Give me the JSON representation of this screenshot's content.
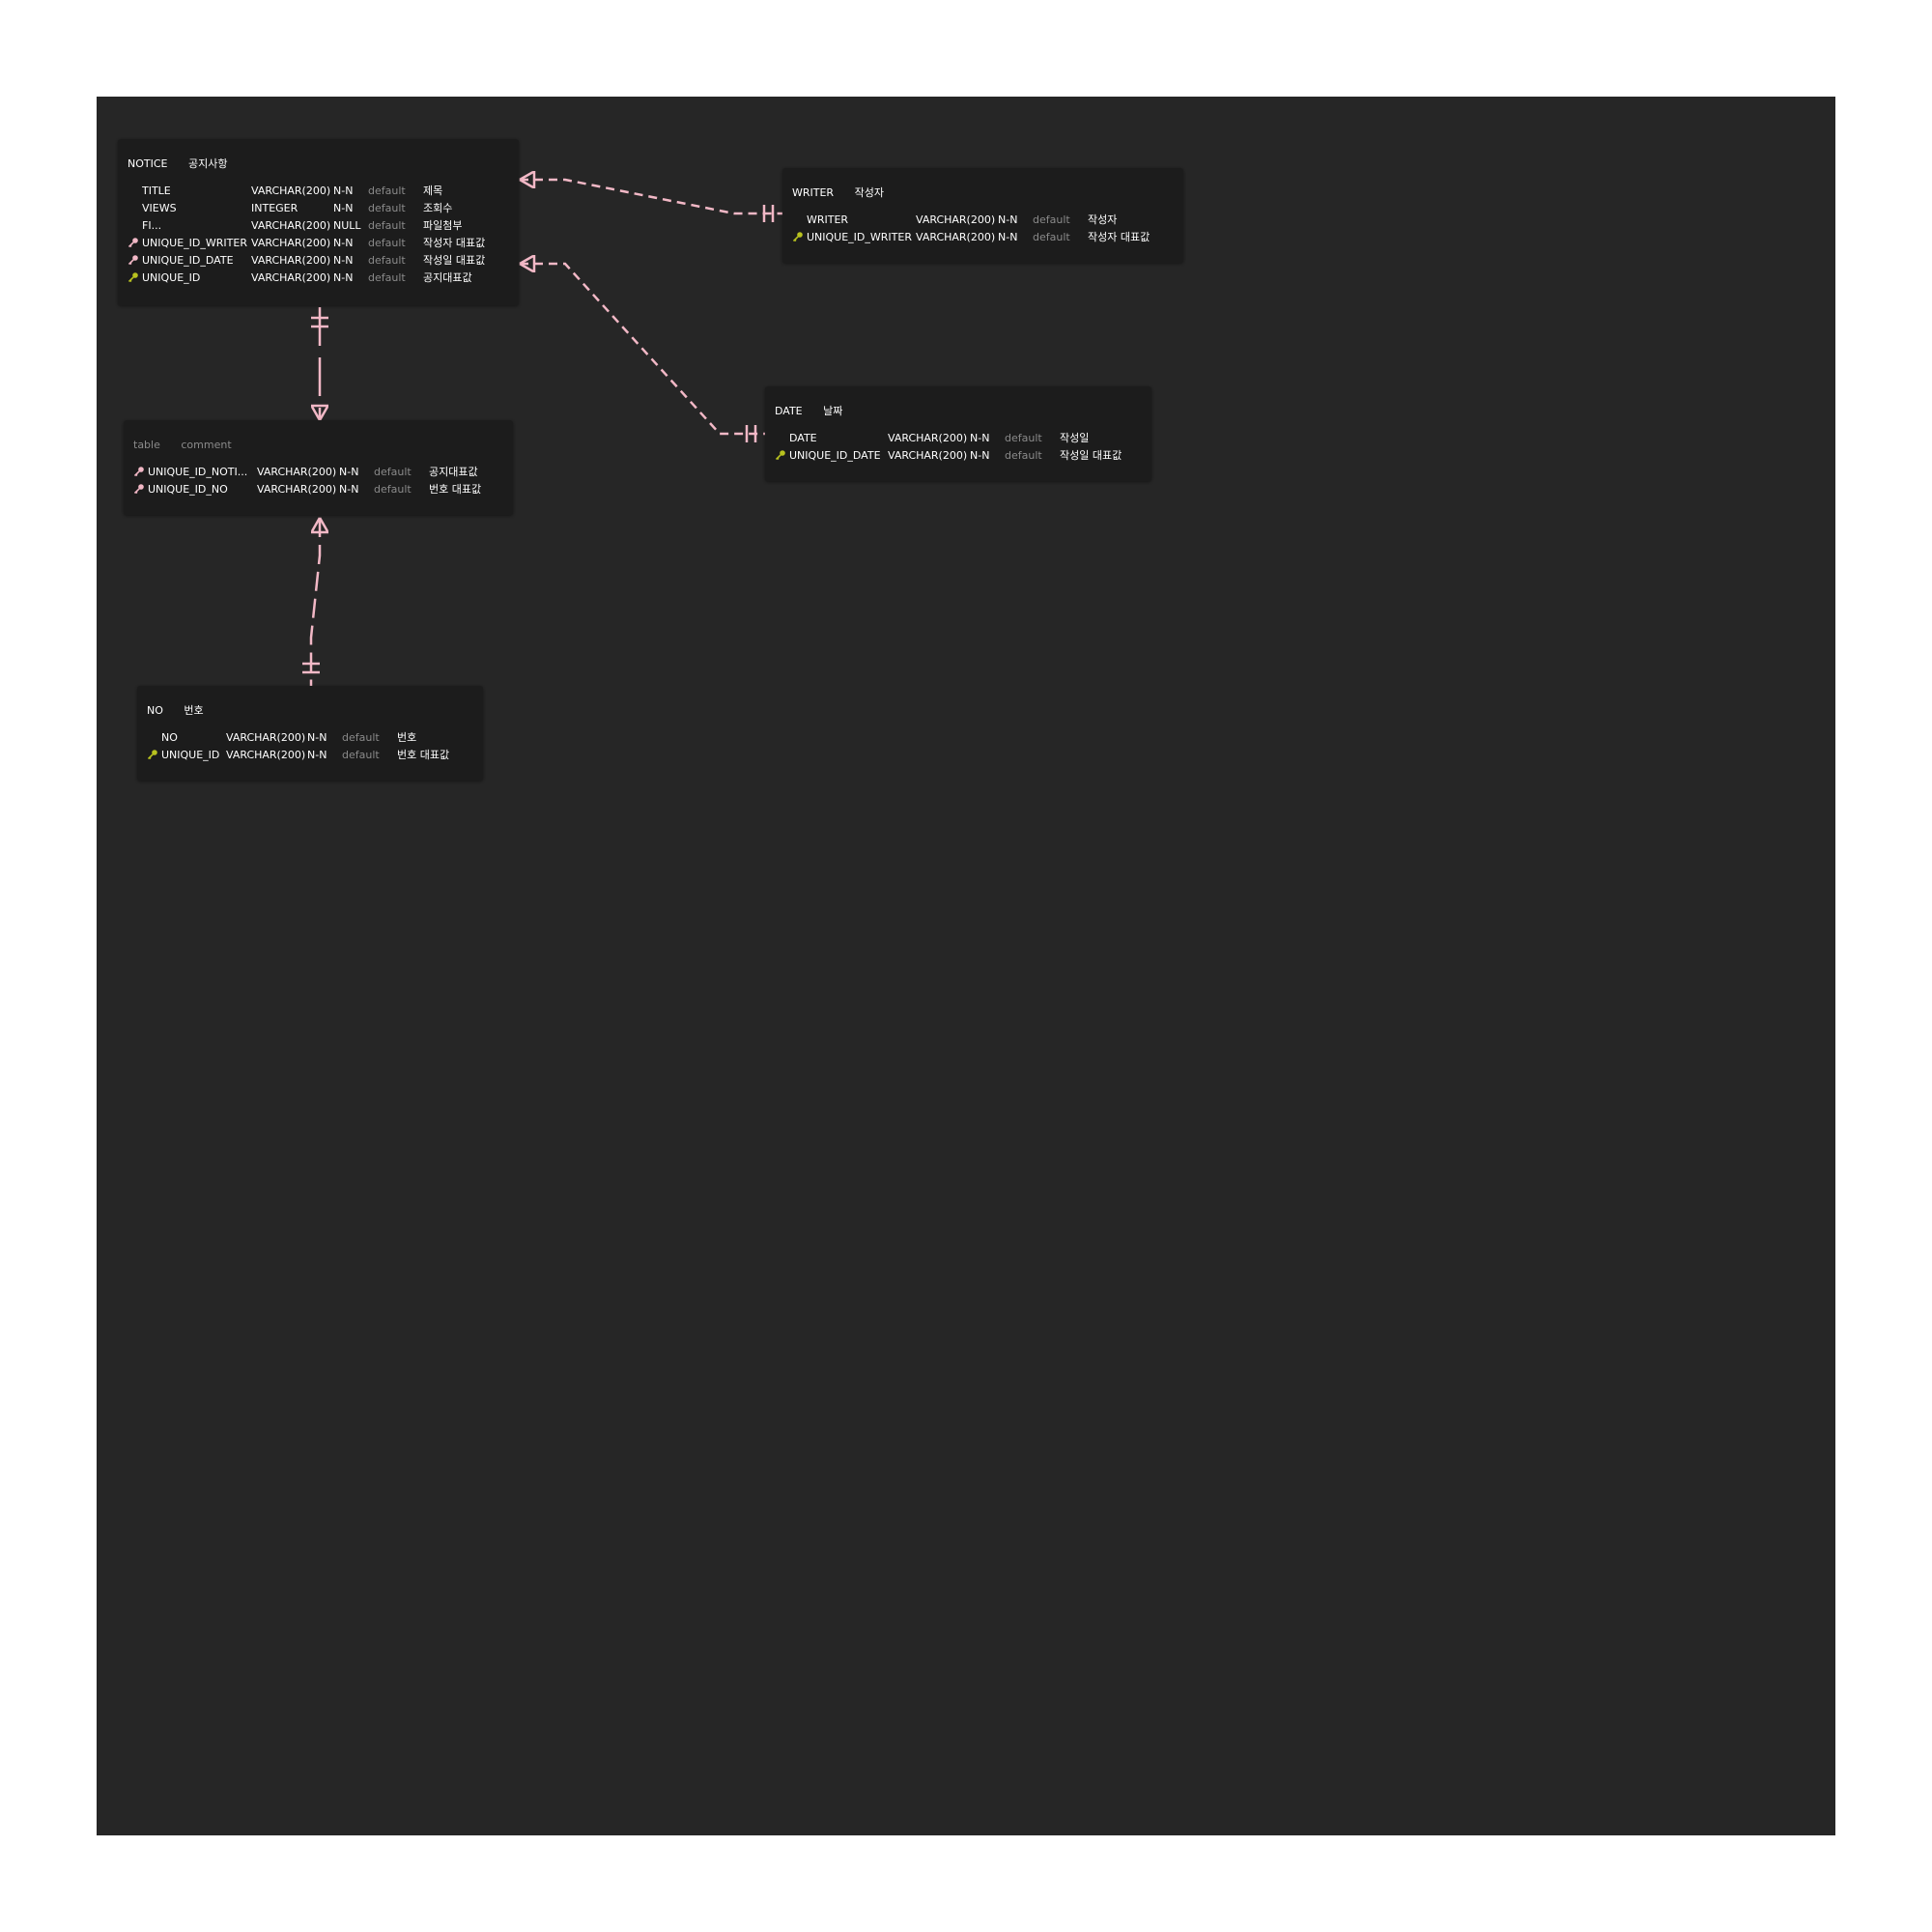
{
  "colors": {
    "page_background": "#ffffff",
    "canvas_background": "#262626",
    "table_background": "#1c1c1c",
    "relationship_line": "#f2b8c6",
    "primary_key": "#b8c21f",
    "foreign_key": "#f2b8c6",
    "text": "#ffffff",
    "placeholder_text": "#8a8a8a"
  },
  "tables": [
    {
      "id": "notice",
      "name": "NOTICE",
      "comment": "공지사항",
      "columns": [
        {
          "key": "none",
          "name": "TITLE",
          "type": "VARCHAR(200)",
          "nullable": "N-N",
          "default": "default",
          "comment": "제목"
        },
        {
          "key": "none",
          "name": "VIEWS",
          "type": "INTEGER",
          "nullable": "N-N",
          "default": "default",
          "comment": "조회수"
        },
        {
          "key": "none",
          "name": "FI...",
          "type": "VARCHAR(200)",
          "nullable": "NULL",
          "default": "default",
          "comment": "파일첨부"
        },
        {
          "key": "fk",
          "name": "UNIQUE_ID_WRITER",
          "type": "VARCHAR(200)",
          "nullable": "N-N",
          "default": "default",
          "comment": "작성자 대표값"
        },
        {
          "key": "fk",
          "name": "UNIQUE_ID_DATE",
          "type": "VARCHAR(200)",
          "nullable": "N-N",
          "default": "default",
          "comment": "작성일 대표값"
        },
        {
          "key": "pk",
          "name": "UNIQUE_ID",
          "type": "VARCHAR(200)",
          "nullable": "N-N",
          "default": "default",
          "comment": "공지대표값"
        }
      ]
    },
    {
      "id": "writer",
      "name": "WRITER",
      "comment": "작성자",
      "columns": [
        {
          "key": "none",
          "name": "WRITER",
          "type": "VARCHAR(200)",
          "nullable": "N-N",
          "default": "default",
          "comment": "작성자"
        },
        {
          "key": "pk",
          "name": "UNIQUE_ID_WRITER",
          "type": "VARCHAR(200)",
          "nullable": "N-N",
          "default": "default",
          "comment": "작성자 대표값"
        }
      ]
    },
    {
      "id": "comment_table",
      "name_placeholder": "table",
      "comment_placeholder": "comment",
      "columns": [
        {
          "key": "fk",
          "name": "UNIQUE_ID_NOTI...",
          "type": "VARCHAR(200)",
          "nullable": "N-N",
          "default": "default",
          "comment": "공지대표값"
        },
        {
          "key": "fk",
          "name": "UNIQUE_ID_NO",
          "type": "VARCHAR(200)",
          "nullable": "N-N",
          "default": "default",
          "comment": "번호 대표값"
        }
      ]
    },
    {
      "id": "date",
      "name": "DATE",
      "comment": "날짜",
      "columns": [
        {
          "key": "none",
          "name": "DATE",
          "type": "VARCHAR(200)",
          "nullable": "N-N",
          "default": "default",
          "comment": "작성일"
        },
        {
          "key": "pk",
          "name": "UNIQUE_ID_DATE",
          "type": "VARCHAR(200)",
          "nullable": "N-N",
          "default": "default",
          "comment": "작성일 대표값"
        }
      ]
    },
    {
      "id": "no",
      "name": "NO",
      "comment": "번호",
      "columns": [
        {
          "key": "none",
          "name": "NO",
          "type": "VARCHAR(200)",
          "nullable": "N-N",
          "default": "default",
          "comment": "번호"
        },
        {
          "key": "pk",
          "name": "UNIQUE_ID",
          "type": "VARCHAR(200)",
          "nullable": "N-N",
          "default": "default",
          "comment": "번호 대표값"
        }
      ]
    }
  ],
  "relationships": [
    {
      "from": "notice",
      "to": "writer",
      "from_cardinality": "one-or-many",
      "to_cardinality": "exactly-one",
      "style": "dashed"
    },
    {
      "from": "notice",
      "to": "date",
      "from_cardinality": "one-or-many",
      "to_cardinality": "exactly-one",
      "style": "dashed"
    },
    {
      "from": "notice",
      "to": "comment_table",
      "from_cardinality": "exactly-one",
      "to_cardinality": "one-or-many",
      "style": "dashed"
    },
    {
      "from": "no",
      "to": "comment_table",
      "from_cardinality": "exactly-one",
      "to_cardinality": "one-or-many",
      "style": "dashed"
    }
  ]
}
